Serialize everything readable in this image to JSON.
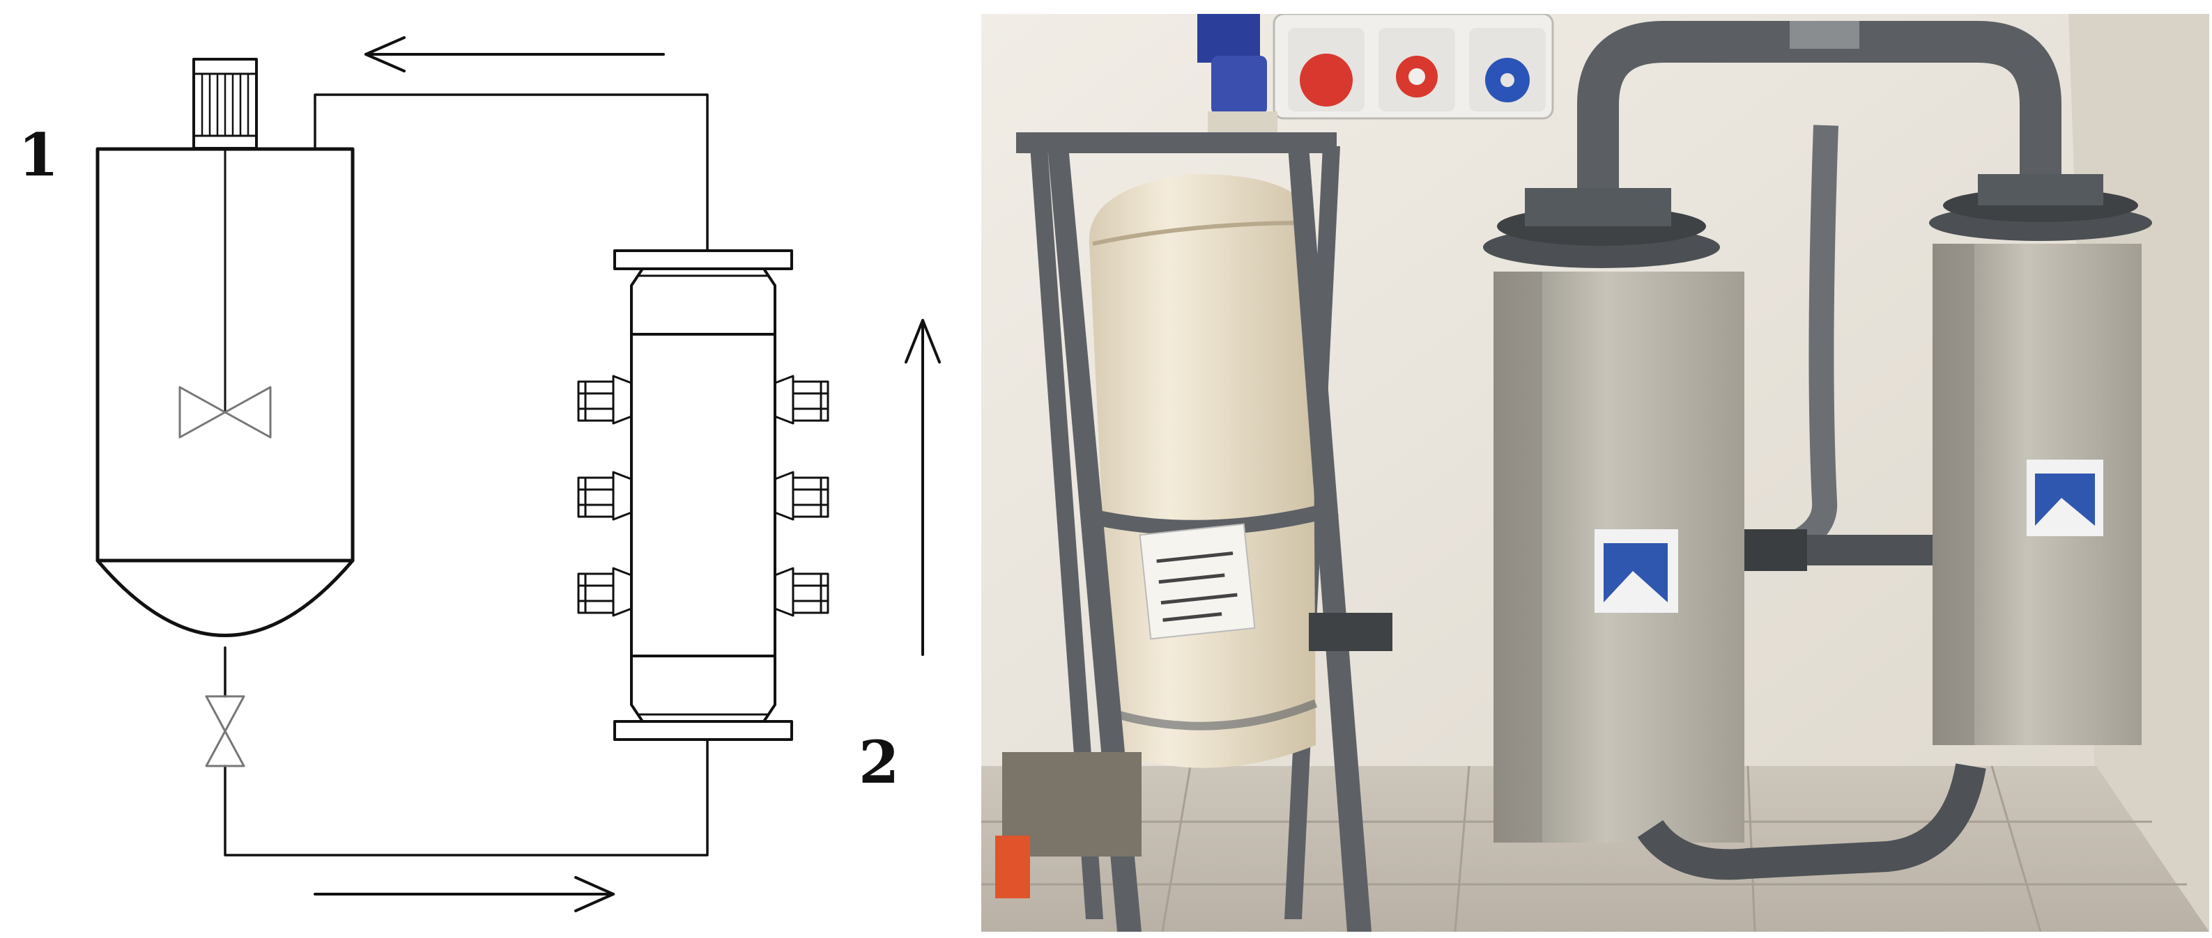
{
  "figure": {
    "labels": [
      {
        "id": "1",
        "text": "1"
      },
      {
        "id": "2",
        "text": "2"
      }
    ]
  },
  "schematic": {
    "components": [
      {
        "name": "stirred-tank-reactor",
        "label_ref": "1"
      },
      {
        "name": "tubular-lamp-unit",
        "label_ref": "2"
      },
      {
        "name": "drain-valve"
      },
      {
        "name": "agitator-motor"
      }
    ],
    "flow_arrows": [
      "left",
      "up",
      "right"
    ],
    "colors": {
      "line": "#111111",
      "fill": "#ffffff"
    }
  },
  "photo": {
    "colors": {
      "wall": "#ece7dd",
      "floor": "#cfc9bf",
      "tank": "#efe6d3",
      "frame": "#5d6166",
      "steel": "#b9b6ad",
      "pipe": "#5b5f63",
      "socket_red": "#d8382e",
      "socket_blue": "#2a54b8",
      "logo_blue": "#2f57b0"
    }
  }
}
